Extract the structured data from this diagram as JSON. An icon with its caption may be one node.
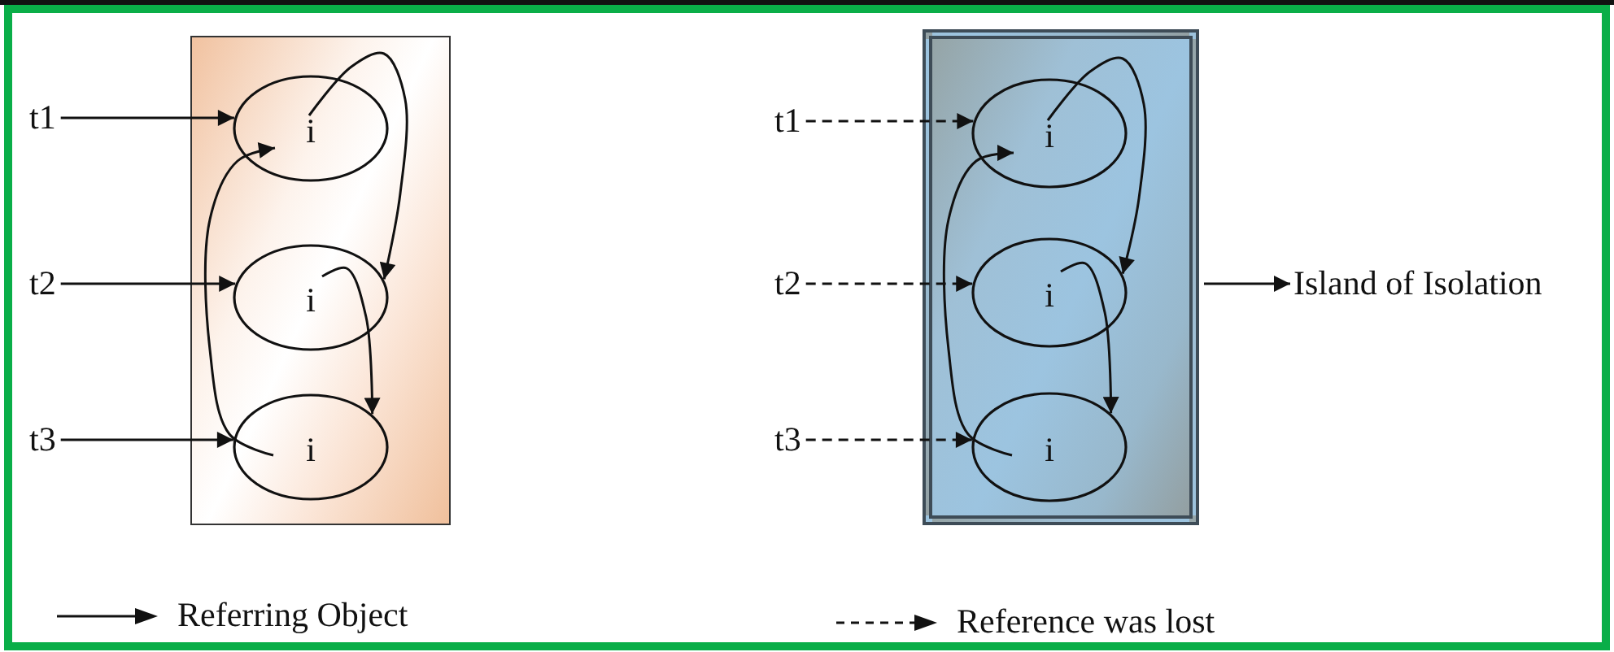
{
  "diagram": {
    "nodes": [
      {
        "text": [],
        "shape": "box"
      },
      {
        "text": [
          "i"
        ],
        "in": 0
      },
      {
        "text": [
          "i"
        ],
        "in": 0
      },
      {
        "text": [
          "i"
        ],
        "in": 0
      },
      {
        "text": [
          "t1"
        ]
      },
      {
        "text": [
          "t2"
        ]
      },
      {
        "text": [
          "t3"
        ]
      },
      {
        "text": [],
        "shape": "box"
      },
      {
        "text": [
          "i"
        ],
        "in": 7
      },
      {
        "text": [
          "i"
        ],
        "in": 7
      },
      {
        "text": [
          "i"
        ],
        "in": 7
      },
      {
        "text": [
          "t1"
        ]
      },
      {
        "text": [
          "t2"
        ]
      },
      {
        "text": [
          "t3"
        ]
      },
      {
        "text": [
          "Island of Isolation"
        ]
      }
    ],
    "edges": [
      {
        "from": 4,
        "to": 1,
        "arrow": "to"
      },
      {
        "from": 5,
        "to": 2,
        "arrow": "to"
      },
      {
        "from": 6,
        "to": 3,
        "arrow": "to"
      },
      {
        "from": 1,
        "to": 2,
        "arrow": "to"
      },
      {
        "from": 2,
        "to": 3,
        "arrow": "to"
      },
      {
        "from": 3,
        "to": 1,
        "arrow": "to"
      },
      {
        "from": 11,
        "to": 8,
        "arrow": "to",
        "style": "dashed"
      },
      {
        "from": 12,
        "to": 9,
        "arrow": "to",
        "style": "dashed"
      },
      {
        "from": 13,
        "to": 10,
        "arrow": "to",
        "style": "dashed"
      },
      {
        "from": 8,
        "to": 9,
        "arrow": "to"
      },
      {
        "from": 9,
        "to": 10,
        "arrow": "to"
      },
      {
        "from": 10,
        "to": 8,
        "arrow": "to"
      },
      {
        "from": 7,
        "to": 14,
        "arrow": "to"
      }
    ],
    "legend": [
      {
        "text": "Referring Object"
      },
      {
        "text": "Reference was lost"
      }
    ]
  }
}
